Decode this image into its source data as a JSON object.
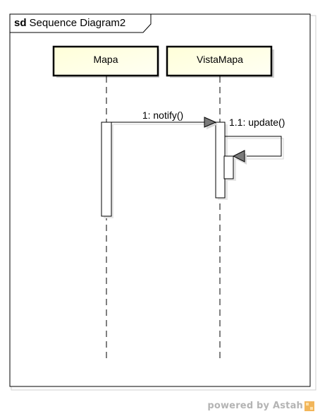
{
  "frame": {
    "keyword": "sd",
    "name": "Sequence Diagram2"
  },
  "lifelines": [
    {
      "name": "Mapa"
    },
    {
      "name": "VistaMapa"
    }
  ],
  "messages": [
    {
      "label": "1: notify()"
    },
    {
      "label": "1.1: update()"
    }
  ],
  "colors": {
    "lifeline_fill": "#ffffcc",
    "shadow": "#cfcfcf",
    "frame_border": "#000000",
    "watermark": "#b4b4b4",
    "astah_logo": "#f2b65a"
  },
  "watermark": {
    "text": "powered by Astah"
  }
}
